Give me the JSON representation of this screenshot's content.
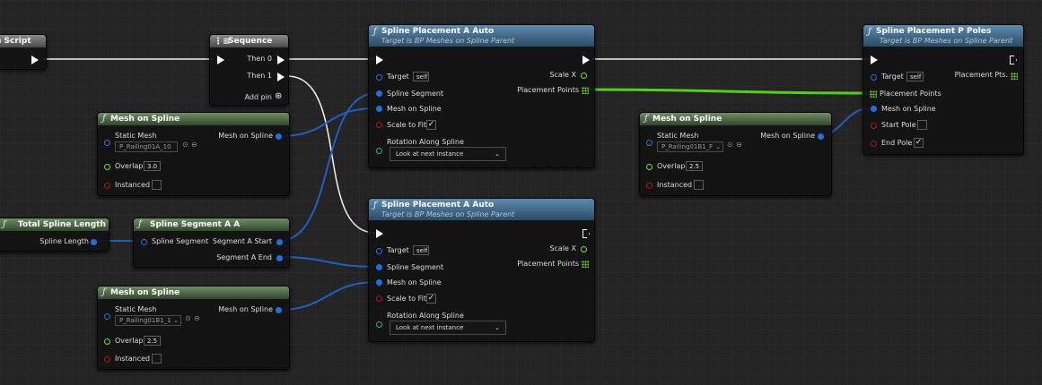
{
  "wire_colors": {
    "exec": "#f2f2f2",
    "object": "#1f5fc4",
    "vector": "#52d018"
  },
  "nodes": {
    "construction": {
      "title": "n Script"
    },
    "sequence": {
      "title": "Sequence",
      "then0": "Then 0",
      "then1": "Then 1",
      "add_pin": "Add pin"
    },
    "mesh_a": {
      "title": "Mesh on Spline",
      "static_mesh": "Static Mesh",
      "mesh_value": "P_Railing01A_10",
      "output": "Mesh on Spline",
      "overlap": "Overlap",
      "overlap_value": "3.0",
      "instanced": "Instanced"
    },
    "total_length": {
      "title": "Total Spline Length",
      "output": "Spline Length"
    },
    "segment": {
      "title": "Spline Segment A A",
      "input": "Spline Segment",
      "out_start": "Segment A Start",
      "out_end": "Segment A End"
    },
    "mesh_b": {
      "title": "Mesh on Spline",
      "static_mesh": "Static Mesh",
      "mesh_value": "P_Railing01B1_1",
      "output": "Mesh on Spline",
      "overlap": "Overlap",
      "overlap_value": "2.5",
      "instanced": "Instanced"
    },
    "placement_1": {
      "title": "Spline Placement A Auto",
      "subtitle": "Target is BP Meshes on Spline Parent",
      "target": "Target",
      "self": "self",
      "segment": "Spline Segment",
      "mesh": "Mesh on Spline",
      "scale_fit": "Scale to Fit",
      "rotation": "Rotation Along Spline",
      "rotation_value": "Look at next instance",
      "scale_x": "Scale X",
      "points": "Placement Points"
    },
    "placement_2": {
      "title": "Spline Placement A Auto",
      "subtitle": "Target is BP Meshes on Spline Parent",
      "target": "Target",
      "self": "self",
      "segment": "Spline Segment",
      "mesh": "Mesh on Spline",
      "scale_fit": "Scale to Fit",
      "rotation": "Rotation Along Spline",
      "rotation_value": "Look at next instance",
      "scale_x": "Scale X",
      "points": "Placement Points"
    },
    "mesh_c": {
      "title": "Mesh on Spline",
      "static_mesh": "Static Mesh",
      "mesh_value": "P_Railing01B1_F",
      "output": "Mesh on Spline",
      "overlap": "Overlap",
      "overlap_value": "2.5",
      "instanced": "Instanced"
    },
    "poles": {
      "title": "Spline Placement P Poles",
      "subtitle": "Target is BP Meshes on Spline Parent",
      "target": "Target",
      "self": "self",
      "points_in": "Placement Points",
      "mesh": "Mesh on Spline",
      "start_pole": "Start Pole",
      "end_pole": "End Pole",
      "points_out": "Placement Pts."
    }
  }
}
